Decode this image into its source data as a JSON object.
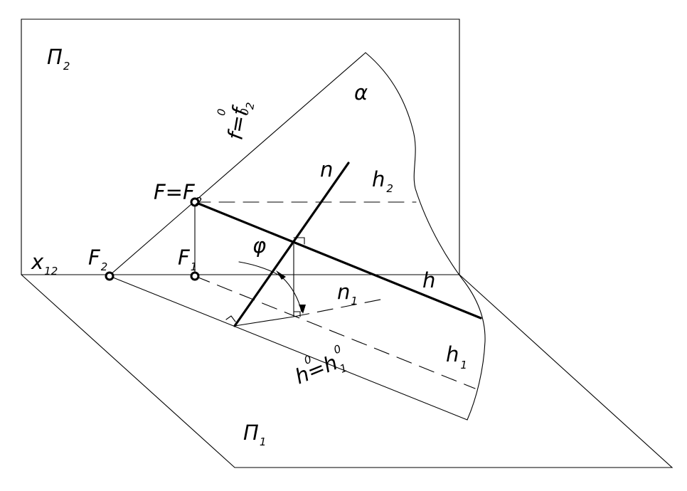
{
  "labels": {
    "pi2": {
      "main": "Π",
      "sub": "2"
    },
    "pi1": {
      "main": "Π",
      "sub": "1"
    },
    "alpha": {
      "main": "α"
    },
    "f_trace": {
      "t1": "f",
      "t2": "=f",
      "sub": "2",
      "sup1": "0",
      "sup2": "0"
    },
    "n": {
      "main": "n"
    },
    "h2": {
      "main": "h",
      "sub": "2"
    },
    "F_eq": {
      "main": "F=F",
      "sub": "2"
    },
    "phi": {
      "main": "φ"
    },
    "x12": {
      "main": "x",
      "sub": "12"
    },
    "F2": {
      "main": "F",
      "sub": "2"
    },
    "F1": {
      "main": "F",
      "sub": "1"
    },
    "h": {
      "main": "h"
    },
    "n1": {
      "main": "n",
      "sub": "1"
    },
    "h1": {
      "main": "h",
      "sub": "1"
    },
    "h_trace": {
      "t1": "h",
      "t2": "=h",
      "sub": "1",
      "sup1": "0",
      "sup2": "0"
    }
  }
}
